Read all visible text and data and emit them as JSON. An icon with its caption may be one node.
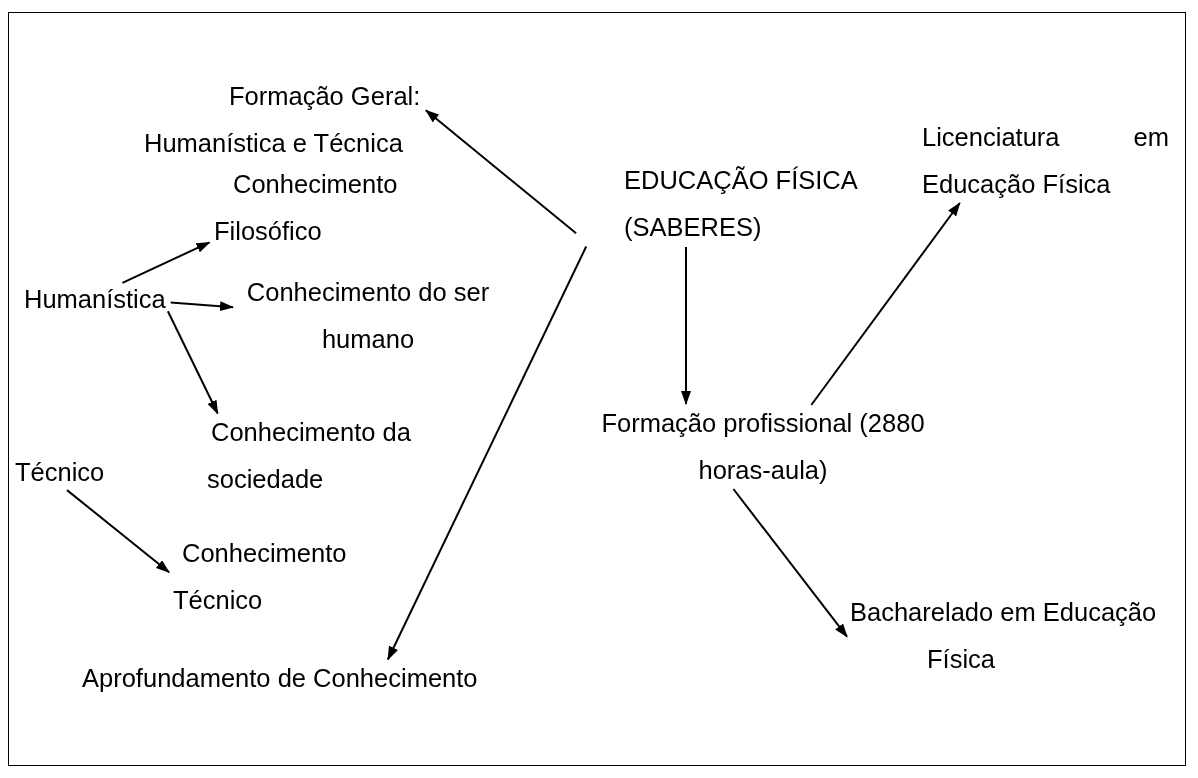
{
  "diagram": {
    "nodes": [
      {
        "text": [
          "Formação Geral: Humanística e Técnica"
        ]
      },
      {
        "text": [
          "Conhecimento Filosófico"
        ]
      },
      {
        "text": [
          "Humanística"
        ]
      },
      {
        "text": [
          "Conhecimento do ser humano"
        ]
      },
      {
        "text": [
          "Conhecimento da sociedade"
        ]
      },
      {
        "text": [
          "Técnico"
        ]
      },
      {
        "text": [
          "Conhecimento Técnico"
        ]
      },
      {
        "text": [
          "EDUCAÇÃO FÍSICA (SABERES)"
        ]
      },
      {
        "text": [
          "Aprofundamento de Conhecimento"
        ]
      },
      {
        "text": [
          "Licenciatura em Educação Física"
        ]
      },
      {
        "text": [
          "Formação profissional (2880 horas-aula)"
        ]
      },
      {
        "text": [
          "Bacharelado em Educação Física"
        ]
      }
    ],
    "edges": [
      {
        "from": 7,
        "to": 0,
        "arrow": "to"
      },
      {
        "from": 2,
        "to": 1,
        "arrow": "to"
      },
      {
        "from": 2,
        "to": 3,
        "arrow": "to"
      },
      {
        "from": 2,
        "to": 4,
        "arrow": "to"
      },
      {
        "from": 5,
        "to": 6,
        "arrow": "to"
      },
      {
        "from": 7,
        "to": 8,
        "arrow": "to"
      },
      {
        "from": 7,
        "to": 10,
        "arrow": "to"
      },
      {
        "from": 10,
        "to": 9,
        "arrow": "to"
      },
      {
        "from": 10,
        "to": 11,
        "arrow": "to"
      }
    ]
  }
}
